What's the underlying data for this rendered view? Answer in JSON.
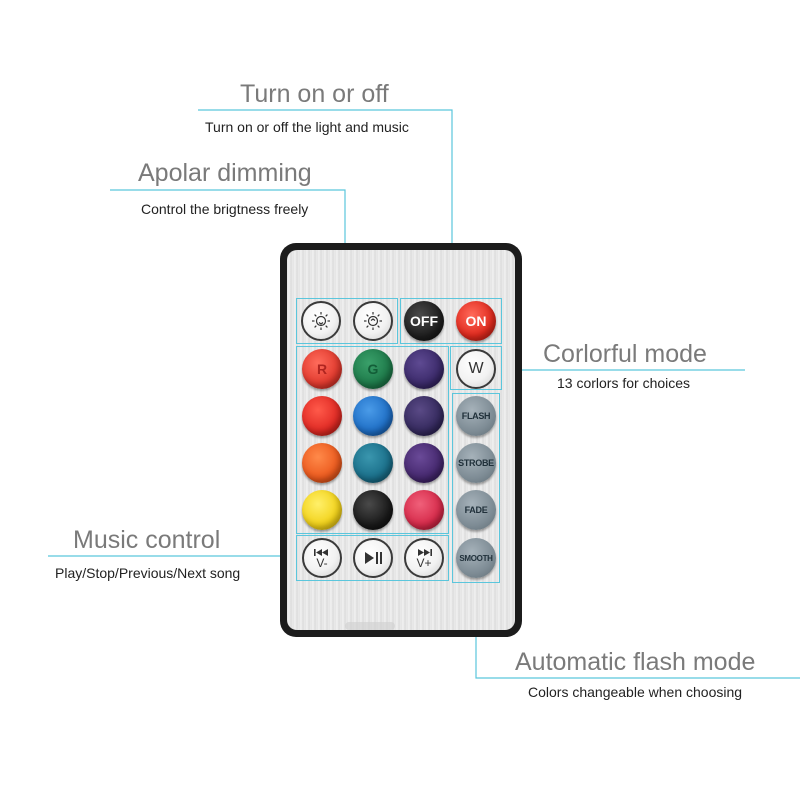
{
  "callouts": {
    "turn_on_off": {
      "title": "Turn on or off",
      "desc": "Turn on or off the light and music"
    },
    "apolar_dimming": {
      "title": "Apolar dimming",
      "desc": "Control the brigtness freely"
    },
    "colorful_mode": {
      "title": "Corlorful mode",
      "desc": "13 corlors for choices"
    },
    "music_control": {
      "title": "Music control",
      "desc": "Play/Stop/Previous/Next song"
    },
    "auto_flash": {
      "title": "Automatic flash mode",
      "desc": "Colors changeable when choosing"
    }
  },
  "remote": {
    "buttons": {
      "dim_down_icon": "sun-dim-icon",
      "dim_up_icon": "sun-bright-icon",
      "off": "OFF",
      "on": "ON",
      "red_label": "R",
      "green_label": "G",
      "white": "W",
      "flash": "FLASH",
      "strobe": "STROBE",
      "fade": "FADE",
      "smooth": "SMOOTH",
      "prev_label": "V-",
      "next_label": "V+",
      "play_pause_icon": "play-pause-icon"
    },
    "colors": {
      "off_button": "#1f1f1f",
      "on_button": "#e02a1e",
      "red": "#e13a2e",
      "green": "#1e7a4a",
      "blue": "#1f6fc6",
      "teal": "#1a6f8a",
      "purple": "#3e2a6a",
      "orange": "#ec5a1e",
      "yellow": "#f2d21a",
      "black": "#1a1a1a",
      "magenta_red": "#d62a4a",
      "accent_line": "#5bc6dc"
    }
  }
}
